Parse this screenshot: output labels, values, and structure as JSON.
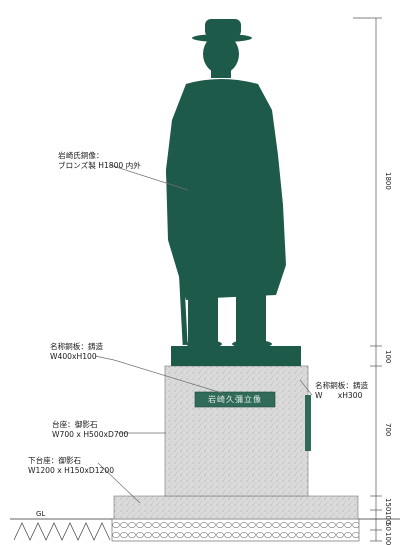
{
  "labels": {
    "statue": [
      "岩崎氏銅像：",
      "ブロンズ製 H1800 内外"
    ],
    "nameplate_top": [
      "名称銅板：鋳造",
      "W400xH100"
    ],
    "nameplate_side": [
      "名称銅板：鋳造",
      "W　　xH300"
    ],
    "pedestal": [
      "台座：御影石",
      "W700 x H500xD700"
    ],
    "base": [
      "下台座：御影石",
      "W1200 x H150xD1200"
    ]
  },
  "plaque_text": "岩崎久彌立像",
  "ground_label": "GL",
  "dimensions": {
    "statue": "1800",
    "bronze_plate": "100",
    "pedestal": "700",
    "base": "150",
    "base_lower": "100",
    "foundation_a": "50",
    "foundation_b": "100"
  },
  "colors": {
    "bronze": "#1e5a4a",
    "granite": "#d9d9d9",
    "plaque": "#2f6b58",
    "leader": "#6e6e6e"
  }
}
